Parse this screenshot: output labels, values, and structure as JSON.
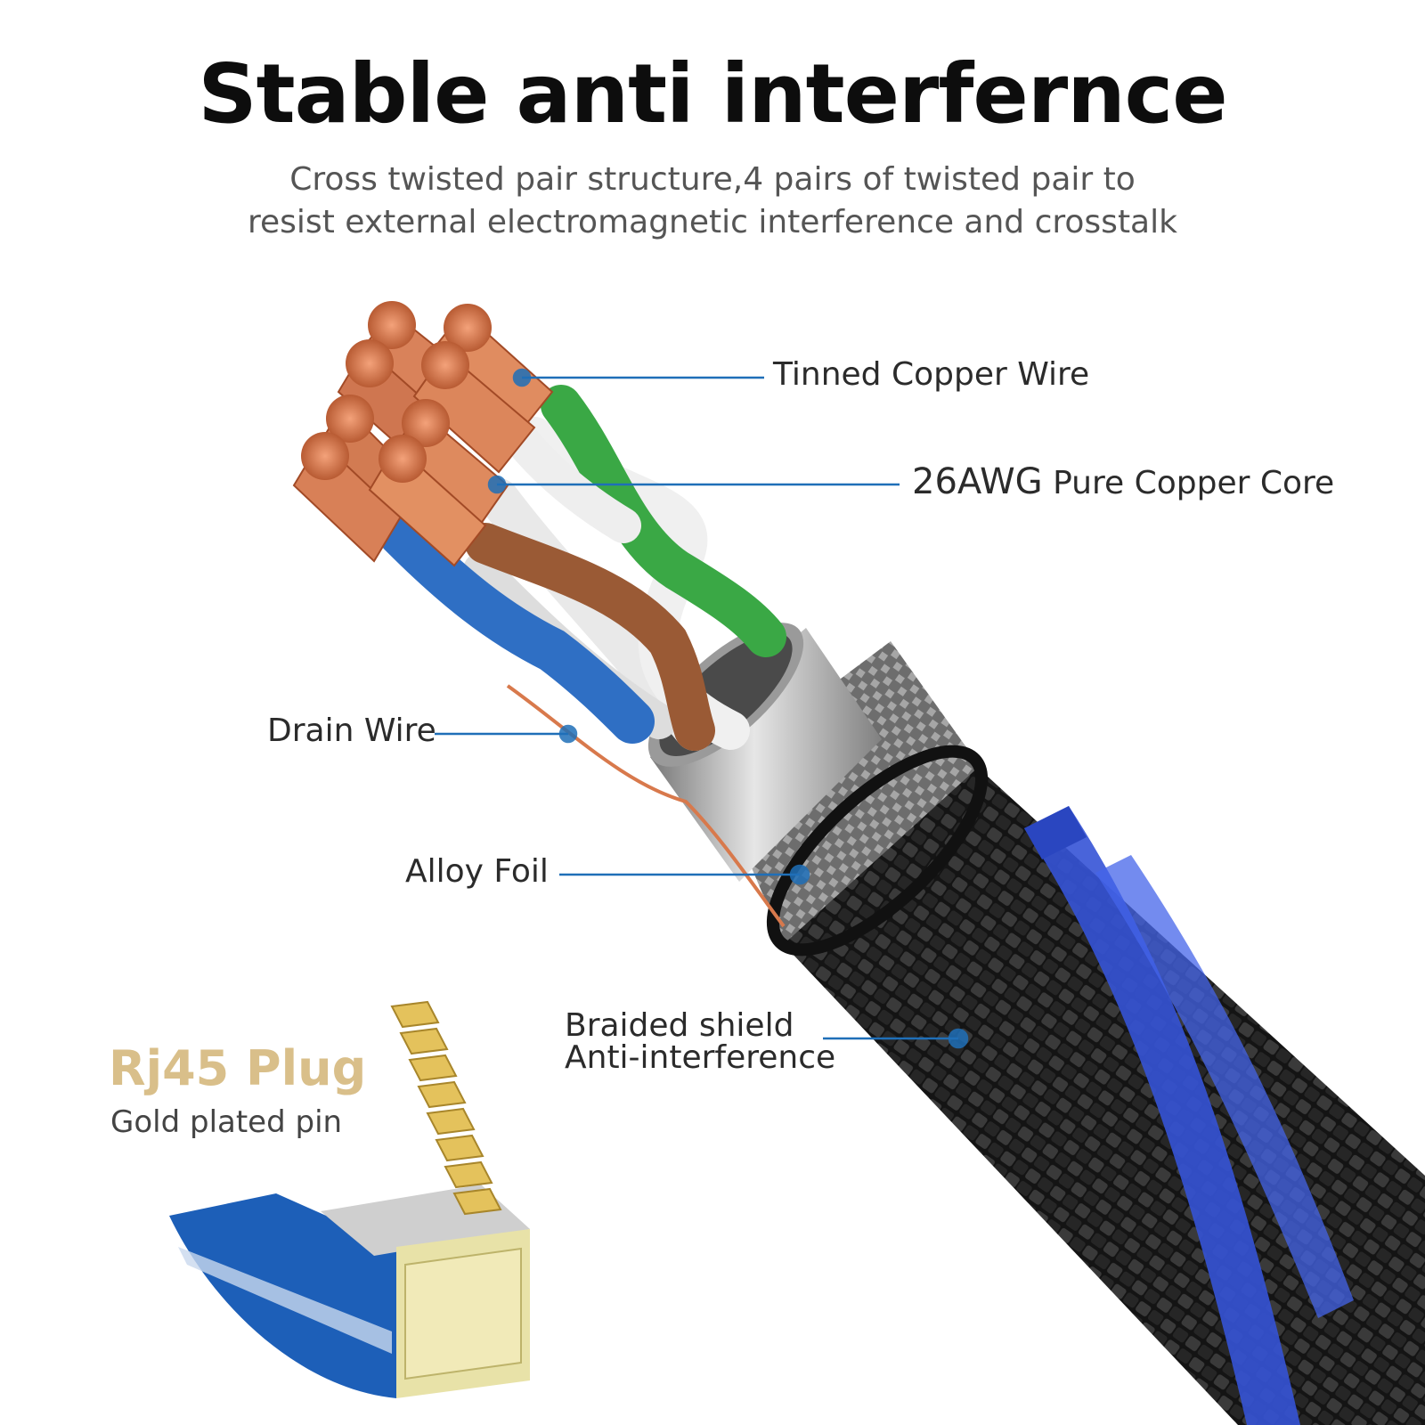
{
  "header": {
    "title": "Stable anti interfernce",
    "subtitle_line1": "Cross twisted pair structure,4 pairs of twisted pair to",
    "subtitle_line2": "resist external electromagnetic interference and crosstalk"
  },
  "callouts": {
    "tinned_copper": "Tinned Copper Wire",
    "core_gauge": "26AWG",
    "core_desc": "Pure Copper Core",
    "drain_wire": "Drain Wire",
    "alloy_foil": "Alloy Foil",
    "braided_line1": "Braided shield",
    "braided_line2": "Anti-interference"
  },
  "plug": {
    "title": "Rj45  Plug",
    "subtitle": "Gold plated pin"
  },
  "colors": {
    "callout_line": "#1f6fb8",
    "plug_title": "#d9bf8a",
    "wire_green": "#3aa845",
    "wire_blue": "#2f6fc4",
    "wire_brown": "#9a5a35",
    "copper": "#d9825a",
    "braid_blue": "#3553d6",
    "plug_blue": "#1d5fb8",
    "gold": "#e4c25c"
  }
}
